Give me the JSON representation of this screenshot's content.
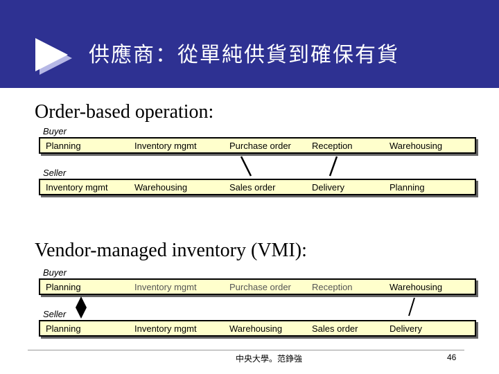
{
  "slide": {
    "title": "供應商：從單純供貨到確保有貨",
    "footer": "中央大學。范錚強",
    "page_number": "46"
  },
  "colors": {
    "header": "#2e3192",
    "bar_fill": "#ffffcc",
    "arrow_fill": "#ffffff",
    "arrow_shadow": "#b6b8e6"
  },
  "order_based": {
    "heading": "Order-based operation:",
    "buyer_label": "Buyer",
    "seller_label": "Seller",
    "buyer_steps": [
      "Planning",
      "Inventory mgmt",
      "Purchase order",
      "Reception",
      "Warehousing"
    ],
    "seller_steps": [
      "Inventory mgmt",
      "Warehousing",
      "Sales order",
      "Delivery",
      "Planning"
    ]
  },
  "vmi": {
    "heading": "Vendor-managed inventory (VMI):",
    "buyer_label": "Buyer",
    "seller_label": "Seller",
    "buyer_steps": [
      "Planning",
      "Inventory mgmt",
      "Purchase order",
      "Reception",
      "Warehousing"
    ],
    "seller_steps": [
      "Planning",
      "Inventory mgmt",
      "Warehousing",
      "Sales order",
      "Delivery"
    ]
  }
}
